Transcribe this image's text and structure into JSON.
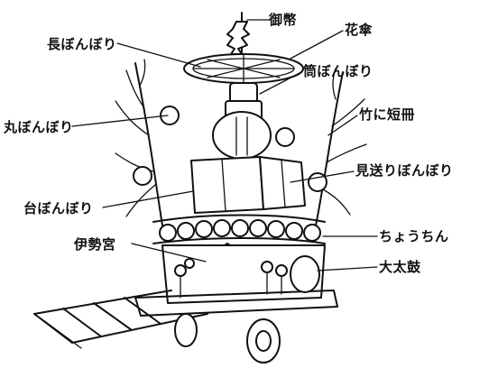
{
  "labels": {
    "gohei": "御幣",
    "hanagasa": "花傘",
    "naga_bonbori": "長ぼんぼり",
    "kaku_bonbori": "筒ぼんぼり",
    "take_tanzaku": "竹に短冊",
    "maru_bonbori": "丸ぼんぼり",
    "miokuri_bonbori": "見送りぼんぼり",
    "dai_bonbori": "台ぼんぼり",
    "chochin": "ちょうちん",
    "ise_miya": "伊勢宮",
    "odaiko": "大太鼓"
  }
}
